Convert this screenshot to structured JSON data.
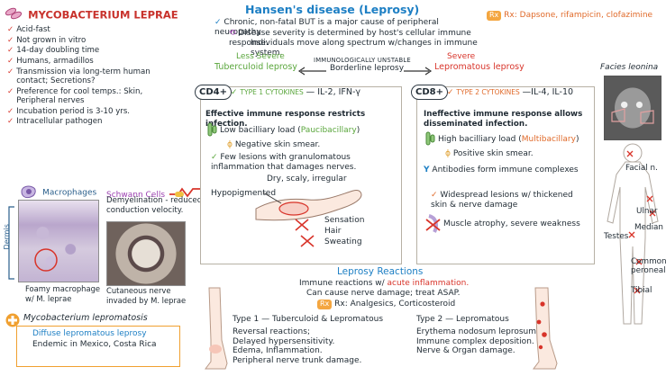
{
  "left": {
    "title": "MYCOBACTERIUM LEPRAE",
    "facts": [
      "Acid-fast",
      "Not grown in vitro",
      "14-day doubling time",
      "Humans, armadillos",
      "Transmission via long-term human contact; Secretions?",
      "Preference for cool temps.: Skin, Peripheral nerves",
      "Incubation period is 3-10 yrs.",
      "Intracellular pathogen"
    ],
    "macrophages_label": "Macrophages",
    "schwann_label": "Schwann Cells",
    "demyelination": "Demyelination - reduced conduction velocity.",
    "dermis_label": "Dermis",
    "foamy_caption": "Foamy macrophage w/ M. leprae",
    "nerve_caption": "Cutaneous nerve invaded by M. leprae"
  },
  "lepromatosis": {
    "title": "Mycobacterium lepromatosis",
    "line1": "Diffuse lepromatous leprosy",
    "line2": "Endemic in Mexico, Costa Rica"
  },
  "header": {
    "title": "Hansen's disease (Leprosy)",
    "bullet1": "Chronic, non-fatal BUT is a major cause of peripheral neuropathy",
    "bullet2a": "Disease severity is determined by host's cellular immune response.",
    "bullet2b": "Individuals move along spectrum w/changes in immune system.",
    "rx": "Rx: Dapsone, rifampicin, clofazimine"
  },
  "spectrum": {
    "less_severe": "Less Severe",
    "tuberculoid": "Tuberculoid leprosy",
    "unstable": "Immunologically unstable",
    "borderline": "Borderline leprosy",
    "severe": "Severe",
    "lepromatous": "Lepromatous leprosy"
  },
  "tuberculoid_box": {
    "cell": "CD4+",
    "cytokines_label": "Type 1 cytokines",
    "cytokines": "— IL-2, IFN-γ",
    "effective": "Effective immune response restricts infection.",
    "low_load": "Low bacilliary load (",
    "low_load_term": "Paucibacillary",
    "low_load_end": ")",
    "negative": "Negative skin smear.",
    "few_lesions": "Few lesions with granulomatous inflammation that damages nerves.",
    "dry": "Dry, scaly, irregular",
    "hypopigmented": "Hypopigmented",
    "sensation": "Sensation",
    "hair": "Hair",
    "sweating": "Sweating"
  },
  "lepromatous_box": {
    "cell": "CD8+",
    "cytokines_label": "Type 2 cytokines",
    "cytokines": "—IL-4, IL-10",
    "ineffective": "Ineffective immune response allows disseminated infection.",
    "high_load": "High bacilliary load (",
    "high_load_term": "Multibacillary",
    "high_load_end": ")",
    "positive": "Positive skin smear.",
    "antibodies": "Antibodies form immune complexes",
    "widespread": "Widespread lesions w/ thickened skin & nerve damage",
    "atrophy": "Muscle atrophy, severe weakness"
  },
  "right": {
    "facies": "Facies leonina",
    "nerves": [
      "Facial n.",
      "Ulnar",
      "Median",
      "Testes",
      "Common peroneal",
      "Tibial"
    ]
  },
  "reactions": {
    "title": "Leprosy Reactions",
    "line1a": "Immune reactions w/ ",
    "line1b": "acute inflammation.",
    "line2": "Can cause nerve damage; treat ASAP.",
    "rx": "Rx: Analgesics, Corticosteroid",
    "type1_title": "Type 1 — Tuberculoid & Lepromatous",
    "type1_lines": [
      "Reversal reactions;",
      "Delayed hypersensitivity.",
      "Edema, Inflammation.",
      "Peripheral nerve trunk damage."
    ],
    "type2_title": "Type 2 — Lepromatous",
    "type2_lines": [
      "Erythema nodosum leprosum;",
      "Immune complex deposition.",
      "Nerve & Organ damage."
    ]
  },
  "colors": {
    "blue": "#1d7fc4",
    "green": "#5aa63c",
    "orange": "#e06a2a",
    "red": "#d8342a"
  }
}
